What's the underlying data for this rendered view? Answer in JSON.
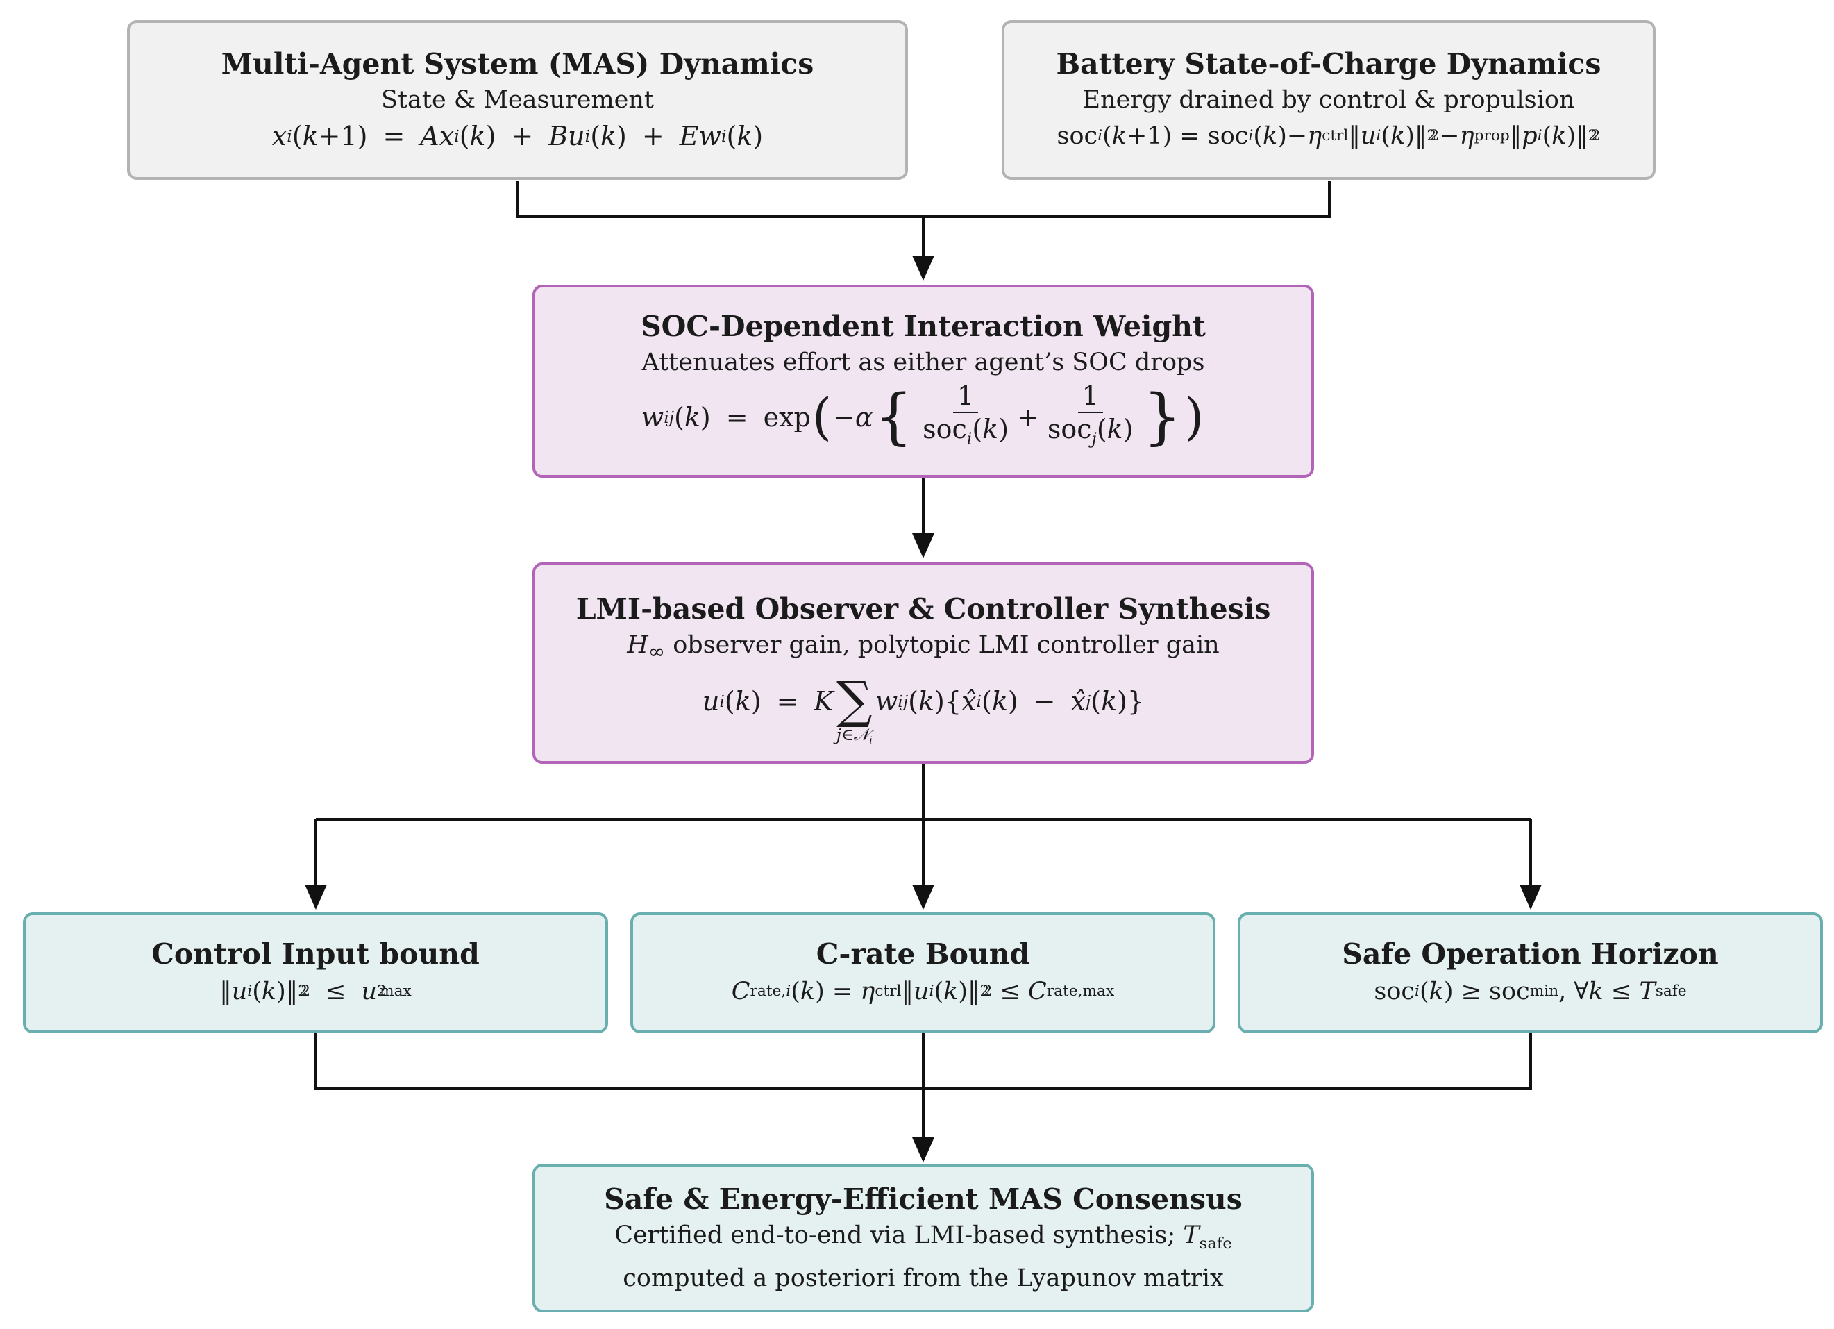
{
  "colors": {
    "grey_fill": "#f1f1f1",
    "grey_border": "#b3b3b3",
    "purple_fill": "#f1e5f2",
    "purple_border": "#b264b9",
    "teal_fill": "#e5f1f1",
    "teal_border": "#6aafb0",
    "wire": "#111111"
  },
  "nodes": {
    "mas": {
      "title": "Multi-Agent System (MAS) Dynamics",
      "subtitle": "State & Measurement",
      "equation": "x_i(k+1) = A x_i(k) + B u_i(k) + E w_i(k)"
    },
    "battery": {
      "title": "Battery State-of-Charge Dynamics",
      "subtitle": "Energy drained by control & propulsion",
      "equation": "soc_i(k+1) = soc_i(k) − η_ctrl ‖u_i(k)‖₂² − η_prop ‖p_i(k)‖₂²"
    },
    "weight": {
      "title": "SOC-Dependent Interaction Weight",
      "subtitle": "Attenuates effort as either agent’s SOC drops",
      "equation": "w_ij(k) = exp(−α{1/soc_i(k) + 1/soc_j(k)})"
    },
    "synthesis": {
      "title": "LMI-based Observer & Controller Synthesis",
      "subtitle": "H∞ observer gain, polytopic LMI controller gain",
      "equation": "u_i(k) = K Σ_{j∈N_i} w_ij(k){x̂_i(k) − x̂_j(k)}"
    },
    "control_bound": {
      "title": "Control Input bound",
      "equation": "‖u_i(k)‖₂² ≤ u_max²"
    },
    "crate_bound": {
      "title": "C-rate Bound",
      "equation": "C_rate,i(k) = η_ctrl ‖u_i(k)‖₂² ≤ C_rate,max"
    },
    "horizon": {
      "title": "Safe Operation Horizon",
      "equation": "soc_i(k) ≥ soc_min, ∀k ≤ T_safe"
    },
    "consensus": {
      "title": "Safe & Energy-Efficient MAS Consensus",
      "line1": "Certified end-to-end via LMI-based synthesis; T_safe",
      "line2": "computed a posteriori from the Lyapunov matrix"
    }
  },
  "edges": [
    {
      "from": "mas",
      "to": "weight"
    },
    {
      "from": "battery",
      "to": "weight"
    },
    {
      "from": "weight",
      "to": "synthesis"
    },
    {
      "from": "synthesis",
      "to": "control_bound"
    },
    {
      "from": "synthesis",
      "to": "crate_bound"
    },
    {
      "from": "synthesis",
      "to": "horizon"
    },
    {
      "from": "control_bound",
      "to": "consensus"
    },
    {
      "from": "crate_bound",
      "to": "consensus"
    },
    {
      "from": "horizon",
      "to": "consensus"
    }
  ]
}
